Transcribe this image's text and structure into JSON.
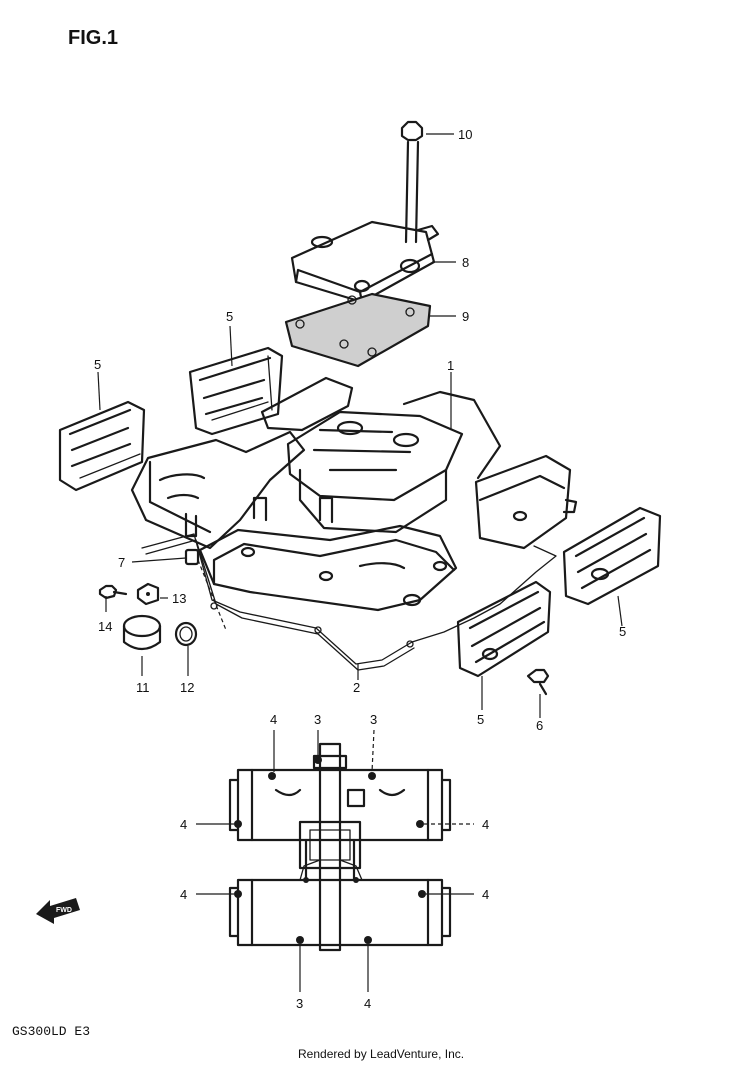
{
  "figure_label": "FIG.1",
  "model_code": "GS300LD E3",
  "credit": "Rendered by LeadVenture, Inc.",
  "fwd_label": "FWD",
  "callouts": [
    {
      "num": "10",
      "part": "bolt"
    },
    {
      "num": "8",
      "part": "cover"
    },
    {
      "num": "9",
      "part": "gasket"
    },
    {
      "num": "1",
      "part": "cylinder-head-cover"
    },
    {
      "num": "5",
      "part": "cap-top-left"
    },
    {
      "num": "5",
      "part": "cap-left"
    },
    {
      "num": "7",
      "part": "dowel"
    },
    {
      "num": "13",
      "part": "clamp"
    },
    {
      "num": "14",
      "part": "screw"
    },
    {
      "num": "11",
      "part": "plug"
    },
    {
      "num": "12",
      "part": "o-ring"
    },
    {
      "num": "2",
      "part": "cover-gasket"
    },
    {
      "num": "5",
      "part": "cap-right"
    },
    {
      "num": "5",
      "part": "cap-bottom-right"
    },
    {
      "num": "6",
      "part": "screw"
    },
    {
      "num": "4",
      "part": "top-view-bolt"
    },
    {
      "num": "3",
      "part": "top-view-bolt"
    },
    {
      "num": "3",
      "part": "top-view-bolt"
    },
    {
      "num": "4",
      "part": "top-view-bolt"
    },
    {
      "num": "4",
      "part": "top-view-bolt"
    },
    {
      "num": "4",
      "part": "top-view-bolt"
    },
    {
      "num": "4",
      "part": "top-view-bolt"
    },
    {
      "num": "3",
      "part": "top-view-bolt"
    },
    {
      "num": "4",
      "part": "top-view-bolt"
    }
  ]
}
